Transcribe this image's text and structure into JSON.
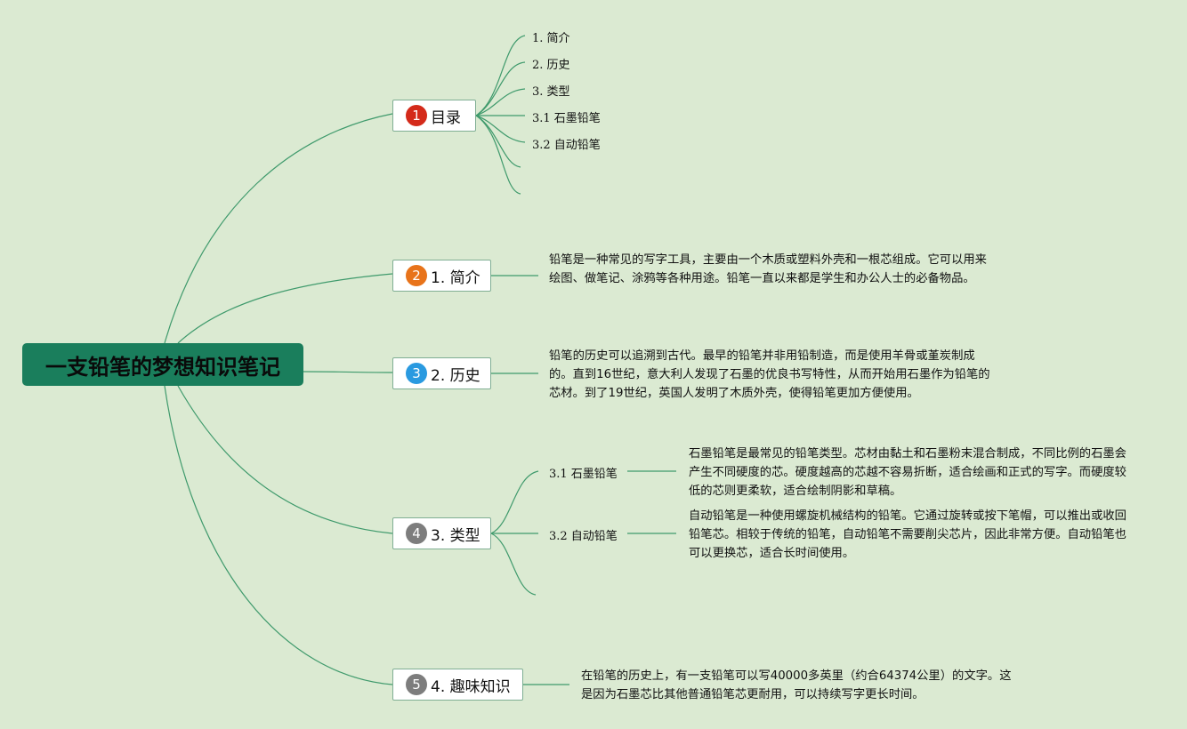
{
  "root": {
    "title": "一支铅笔的梦想知识笔记"
  },
  "topics": [
    {
      "number": "1",
      "label": "目录",
      "badge_color": "#d42a1a"
    },
    {
      "number": "2",
      "label": "1. 简介",
      "badge_color": "#e8731a"
    },
    {
      "number": "3",
      "label": "2. 历史",
      "badge_color": "#2a9ae0"
    },
    {
      "number": "4",
      "label": "3. 类型",
      "badge_color": "#7d7d7d"
    },
    {
      "number": "5",
      "label": "4. 趣味知识",
      "badge_color": "#7d7d7d"
    }
  ],
  "toc_items": [
    "1. 简介",
    "2. 历史",
    "3. 类型",
    "3.1 石墨铅笔",
    "3.2 自动铅笔"
  ],
  "intro": {
    "text": "铅笔是一种常见的写字工具，主要由一个木质或塑料外壳和一根芯组成。它可以用来绘图、做笔记、涂鸦等各种用途。铅笔一直以来都是学生和办公人士的必备物品。"
  },
  "history": {
    "text": "铅笔的历史可以追溯到古代。最早的铅笔并非用铅制造，而是使用羊骨或堇炭制成的。直到16世纪，意大利人发现了石墨的优良书写特性，从而开始用石墨作为铅笔的芯材。到了19世纪，英国人发明了木质外壳，使得铅笔更加方便使用。"
  },
  "types": {
    "graphite": {
      "label": "3.1 石墨铅笔",
      "text": "石墨铅笔是最常见的铅笔类型。芯材由黏土和石墨粉末混合制成，不同比例的石墨会产生不同硬度的芯。硬度越高的芯越不容易折断，适合绘画和正式的写字。而硬度较低的芯则更柔软，适合绘制阴影和草稿。"
    },
    "mechanical": {
      "label": "3.2 自动铅笔",
      "text": "自动铅笔是一种使用螺旋机械结构的铅笔。它通过旋转或按下笔帽，可以推出或收回铅笔芯。相较于传统的铅笔，自动铅笔不需要削尖芯片，因此非常方便。自动铅笔也可以更换芯，适合长时间使用。"
    }
  },
  "fun": {
    "text": "在铅笔的历史上，有一支铅笔可以写40000多英里（约合64374公里）的文字。这是因为石墨芯比其他普通铅笔芯更耐用，可以持续写字更长时间。"
  },
  "colors": {
    "background": "#dbead2",
    "root_fill": "#1a7e5c",
    "connector": "#3f9a6c"
  }
}
